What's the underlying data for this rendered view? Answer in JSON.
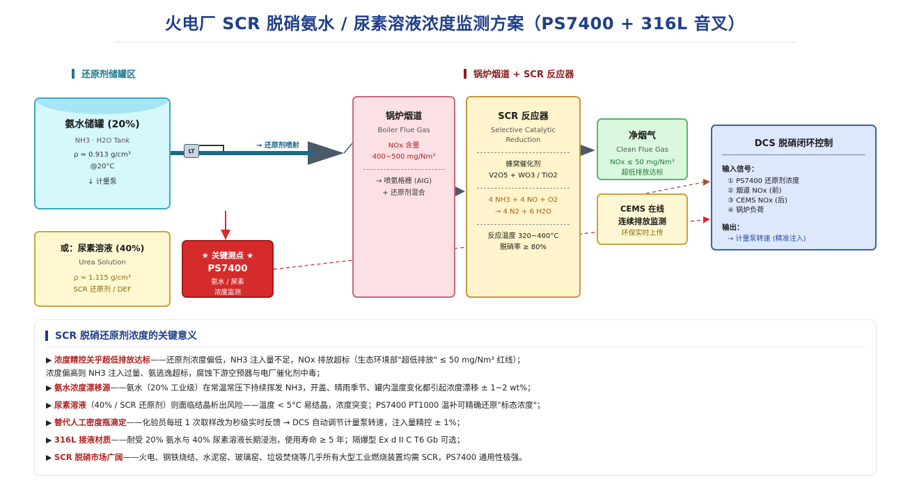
{
  "title": "火电厂 SCR 脱硝氨水 / 尿素溶液浓度监测方案（PS7400 + 316L 音叉）",
  "sections": {
    "storage": "还原剂储罐区",
    "boiler": "锅炉烟道 + SCR 反应器"
  },
  "colors": {
    "storage": "#1c7a8c",
    "boiler": "#8c1c1c",
    "title": "#1f3f8a",
    "highlight": "#b41f1f"
  },
  "tank": {
    "title": "氨水储罐 (20%)",
    "sub": "NH3 · H2O Tank",
    "density": "ρ ≈ 0.913 g/cm³",
    "temp": "@20°C",
    "pump": "↓ 计量泵"
  },
  "urea": {
    "title": "或：尿素溶液 (40%)",
    "sub": "Urea Solution",
    "density": "ρ ≈ 1.115 g/cm³",
    "note": "SCR 还原剂 / DEF"
  },
  "key": {
    "title": "★ 关键测点 ★",
    "model": "PS7400",
    "line1": "氨水 / 尿素",
    "line2": "浓度监测"
  },
  "pipe": {
    "label": "→ 还原剂喷射",
    "sensor": "LT"
  },
  "boiler": {
    "title": "锅炉烟道",
    "sub": "Boiler Flue Gas",
    "nox": "NOx 含量",
    "range": "400~500 mg/Nm³",
    "aig": "→ 喷氨格栅 (AIG)",
    "mix": "+ 还原剂混合"
  },
  "scr": {
    "title": "SCR 反应器",
    "sub1": "Selective Catalytic",
    "sub2": "Reduction",
    "cat1": "蜂窝催化剂",
    "cat2": "V2O5 + WO3 / TiO2",
    "rx1": "4 NH3 + 4 NO + O2",
    "rx2": "→ 4 N2 + 6 H2O",
    "temp": "反应温度 320~400°C",
    "rate": "脱硝率 ≥ 80%"
  },
  "clean": {
    "title": "净烟气",
    "sub": "Clean Flue Gas",
    "nox": "NOx ≤ 50 mg/Nm³",
    "note": "超低排放达标"
  },
  "cems": {
    "title1": "CEMS 在线",
    "title2": "连续排放监测",
    "note": "环保实时上传"
  },
  "dcs": {
    "title": "DCS 脱硝闭环控制",
    "input_label": "输入信号：",
    "inputs": [
      "① PS7400 还原剂浓度",
      "② 烟道 NOx (前)",
      "③ CEMS NOx (后)",
      "④ 锅炉负荷"
    ],
    "output_label": "输出：",
    "output": "→ 计量泵转速 (精准注入)"
  },
  "bottom": {
    "title": "SCR 脱硝还原剂浓度的关键意义",
    "bullets": [
      {
        "hl": "浓度精控关乎超低排放达标",
        "text": "——还原剂浓度偏低，NH3 注入量不足，NOx 排放超标（生态环境部\"超低排放\" ≤ 50 mg/Nm³ 红线）；",
        "cont": "浓度偏高则 NH3 注入过量、氨逃逸超标，腐蚀下游空预器与电厂催化剂中毒；"
      },
      {
        "hl": "氨水浓度漂移源",
        "text": "——氨水（20% 工业级）在常温常压下持续挥发 NH3，开盖、晴雨季节、罐内温度变化都引起浓度漂移 ± 1~2 wt%；"
      },
      {
        "hl": "尿素溶液",
        "text": "（40% / SCR 还原剂）则面临结晶析出风险——温度 < 5°C 易结晶，浓度突变；PS7400 PT1000 温补可精确还原\"标态浓度\"；"
      },
      {
        "hl": "替代人工密度瓶滴定",
        "text": "——化验员每班 1 次取样改为秒级实时反馈 → DCS 自动调节计量泵转速，注入量精控 ± 1%；"
      },
      {
        "hl": "316L 接液材质",
        "text": "——耐受 20% 氨水与 40% 尿素溶液长期浸泡，使用寿命 ≥ 5 年；隔爆型 Ex d II C T6 Gb 可选；"
      },
      {
        "hl": "SCR 脱硝市场广阔",
        "text": "——火电、钢铁烧结、水泥窑、玻璃窑、垃圾焚烧等几乎所有大型工业燃烧装置均需 SCR，PS7400 通用性极强。"
      }
    ]
  }
}
